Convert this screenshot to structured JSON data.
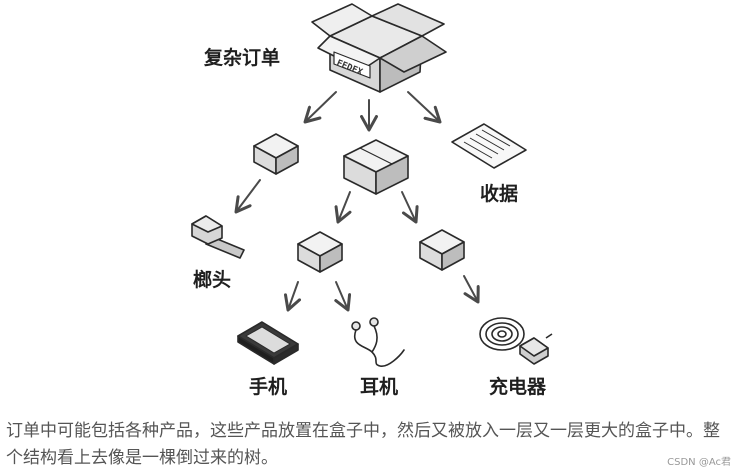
{
  "nodes": {
    "order_label": "复杂订单",
    "fedex_text": "FEDEX",
    "receipt_label": "收据",
    "hammer_label": "榔头",
    "phone_label": "手机",
    "earphones_label": "耳机",
    "charger_label": "充电器"
  },
  "caption": "订单中可能包括各种产品，这些产品放置在盒子中，然后又被放入一层又一层更大的盒子中。整个结构看上去像是一棵倒过来的树。",
  "watermark": "CSDN @Ac君",
  "colors": {
    "box_top": "#f2f2f2",
    "box_left": "#dcdcdc",
    "box_right": "#bdbdbd",
    "stroke": "#2a2a2a",
    "arrow": "#4a4a4a"
  }
}
